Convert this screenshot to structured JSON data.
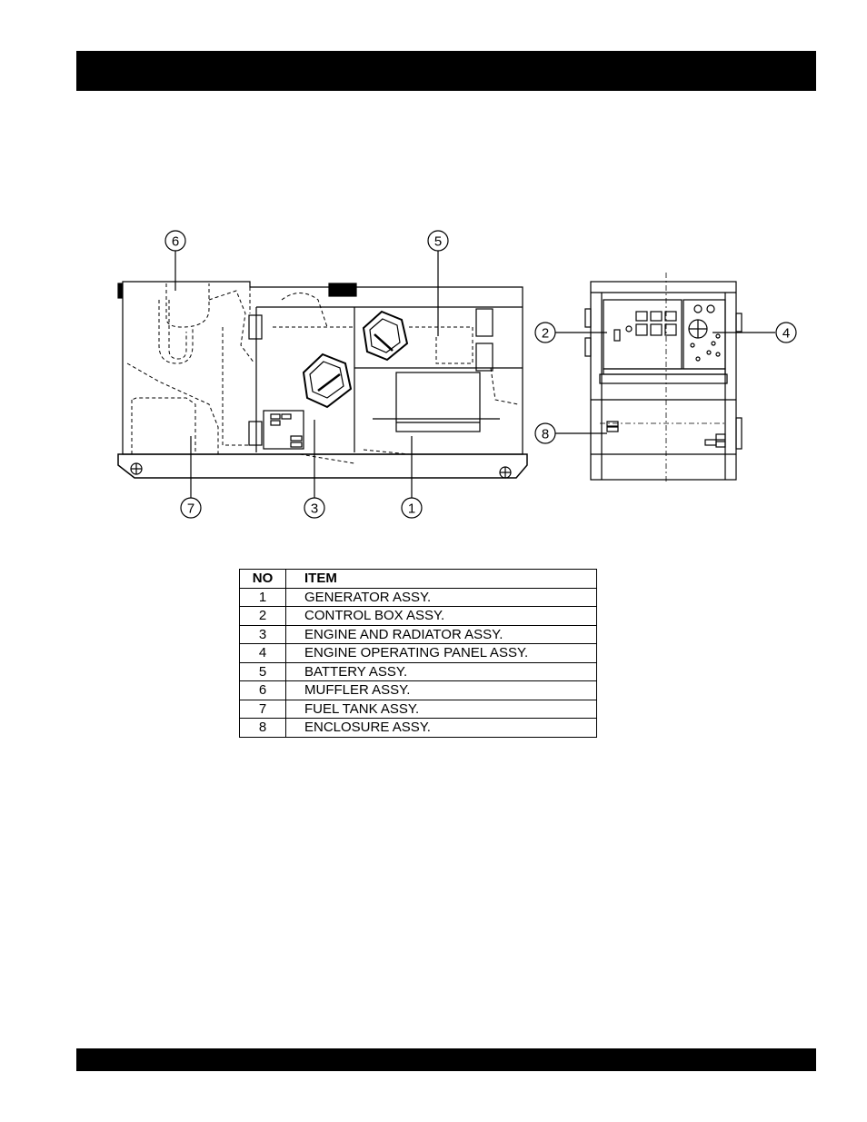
{
  "callouts": [
    "1",
    "2",
    "3",
    "4",
    "5",
    "6",
    "7",
    "8"
  ],
  "table": {
    "header_no": "NO",
    "header_item": "ITEM",
    "rows": [
      {
        "no": "1",
        "item": "GENERATOR ASSY."
      },
      {
        "no": "2",
        "item": "CONTROL BOX ASSY."
      },
      {
        "no": "3",
        "item": "ENGINE AND RADIATOR ASSY."
      },
      {
        "no": "4",
        "item": "ENGINE OPERATING PANEL ASSY."
      },
      {
        "no": "5",
        "item": "BATTERY ASSY."
      },
      {
        "no": "6",
        "item": "MUFFLER ASSY."
      },
      {
        "no": "7",
        "item": "FUEL TANK ASSY."
      },
      {
        "no": "8",
        "item": "ENCLOSURE ASSY."
      }
    ]
  }
}
